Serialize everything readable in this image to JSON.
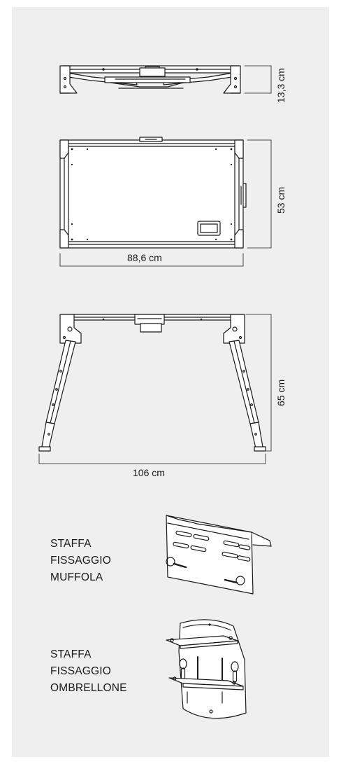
{
  "dimensions": {
    "height_folded": "13,3 cm",
    "depth": "53 cm",
    "width_top": "88,6 cm",
    "height_open": "65 cm",
    "width_open": "106 cm"
  },
  "parts": {
    "muffola": {
      "lines": [
        "STAFFA",
        "FISSAGGIO",
        "MUFFOLA"
      ]
    },
    "ombrellone": {
      "lines": [
        "STAFFA",
        "FISSAGGIO",
        "OMBRELLONE"
      ]
    }
  },
  "colors": {
    "panel": "#efefef",
    "stroke": "#1a1a1a",
    "fill_light": "#ffffff"
  }
}
